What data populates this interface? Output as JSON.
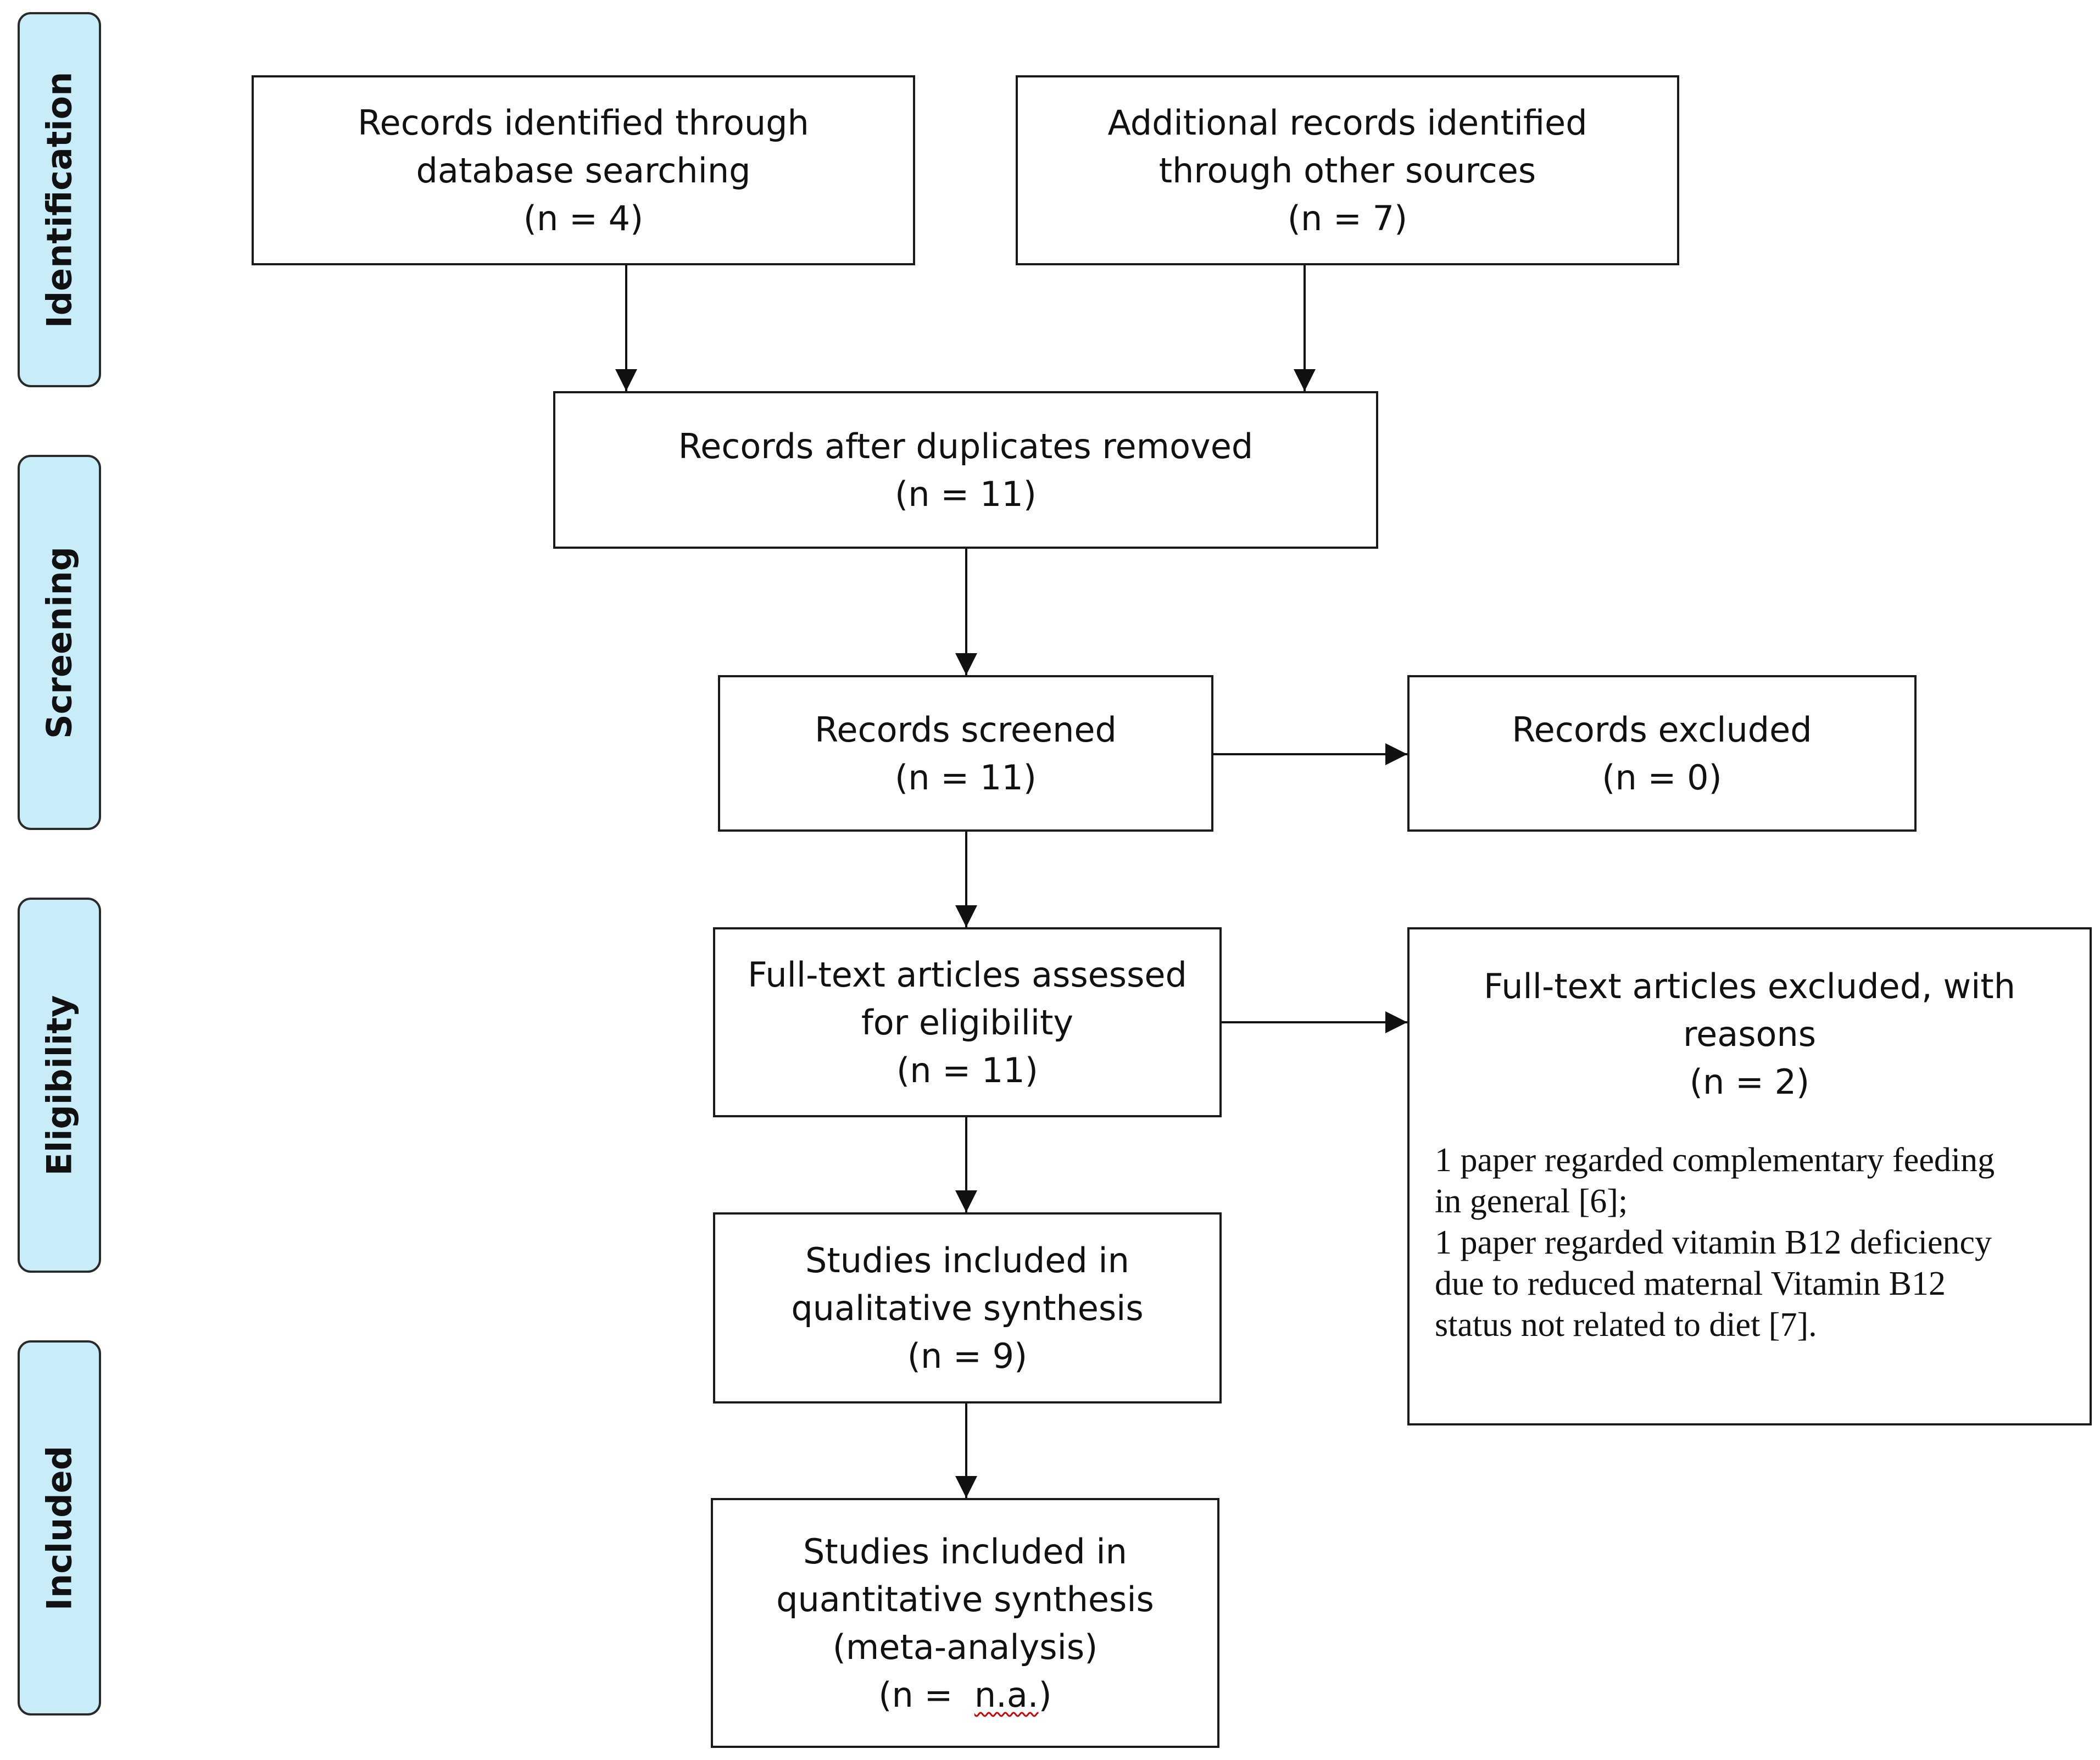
{
  "colors": {
    "stage_fill": "#c9ecf9",
    "box_border": "#1a1a1a",
    "text": "#111111",
    "spellcheck_underline": "#d00000"
  },
  "stages": {
    "identification": "Identification",
    "screening": "Screening",
    "eligibility": "Eligibility",
    "included": "Included"
  },
  "boxes": {
    "database": {
      "line1": "Records identified through",
      "line2": "database searching",
      "count": "(n =  4)"
    },
    "other_sources": {
      "line1": "Additional records identified",
      "line2": "through other sources",
      "count": "(n =  7)"
    },
    "duplicates_removed": {
      "line1": "Records after duplicates removed",
      "count": "(n =  11)"
    },
    "screened": {
      "line1": "Records screened",
      "count": "(n = 11)"
    },
    "excluded": {
      "line1": "Records excluded",
      "count": "(n = 0)"
    },
    "fulltext_assessed": {
      "line1": "Full-text articles assessed",
      "line2": "for eligibility",
      "count": "(n =  11)"
    },
    "fulltext_excluded": {
      "line1": "Full-text articles excluded, with",
      "line2": "reasons",
      "count": "(n =  2)",
      "reasons": [
        "1 paper regarded complementary feeding",
        "in general [6];",
        "1 paper regarded vitamin B12 deficiency",
        "due to reduced maternal Vitamin B12",
        "status not related to diet [7]."
      ]
    },
    "qualitative": {
      "line1": "Studies included in",
      "line2": "qualitative synthesis",
      "count": "(n =  9)"
    },
    "quantitative": {
      "line1": "Studies included in",
      "line2": "quantitative synthesis",
      "line3": "(meta-analysis)",
      "count_prefix": "(n =  ",
      "count_value": "n.a.",
      "count_suffix": ")"
    }
  }
}
